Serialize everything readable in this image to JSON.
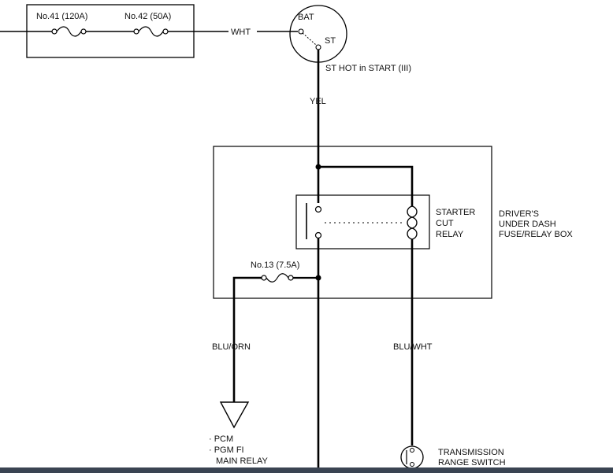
{
  "fuse_box": {
    "fuse_41": "No.41 (120A)",
    "fuse_42": "No.42 (50A)"
  },
  "wires": {
    "bat_feed": "WHT",
    "start": "YEL",
    "pcm_feed": "BLU/ORN",
    "range_switch": "BLU/WHT"
  },
  "ignition_switch": {
    "bat_terminal": "BAT",
    "st_terminal": "ST",
    "note": "ST HOT in START (III)"
  },
  "relay": {
    "line1": "STARTER",
    "line2": "CUT",
    "line3": "RELAY"
  },
  "dash_box": {
    "line1": "DRIVER'S",
    "line2": "UNDER  DASH",
    "line3": "FUSE/RELAY BOX",
    "fuse_13": "No.13 (7.5A)"
  },
  "pcm": {
    "line1": "· PCM",
    "line2": "· PGM   FI",
    "line3": "MAIN RELAY"
  },
  "range_switch": {
    "line1": "TRANSMISSION",
    "line2": "RANGE SWITCH"
  }
}
